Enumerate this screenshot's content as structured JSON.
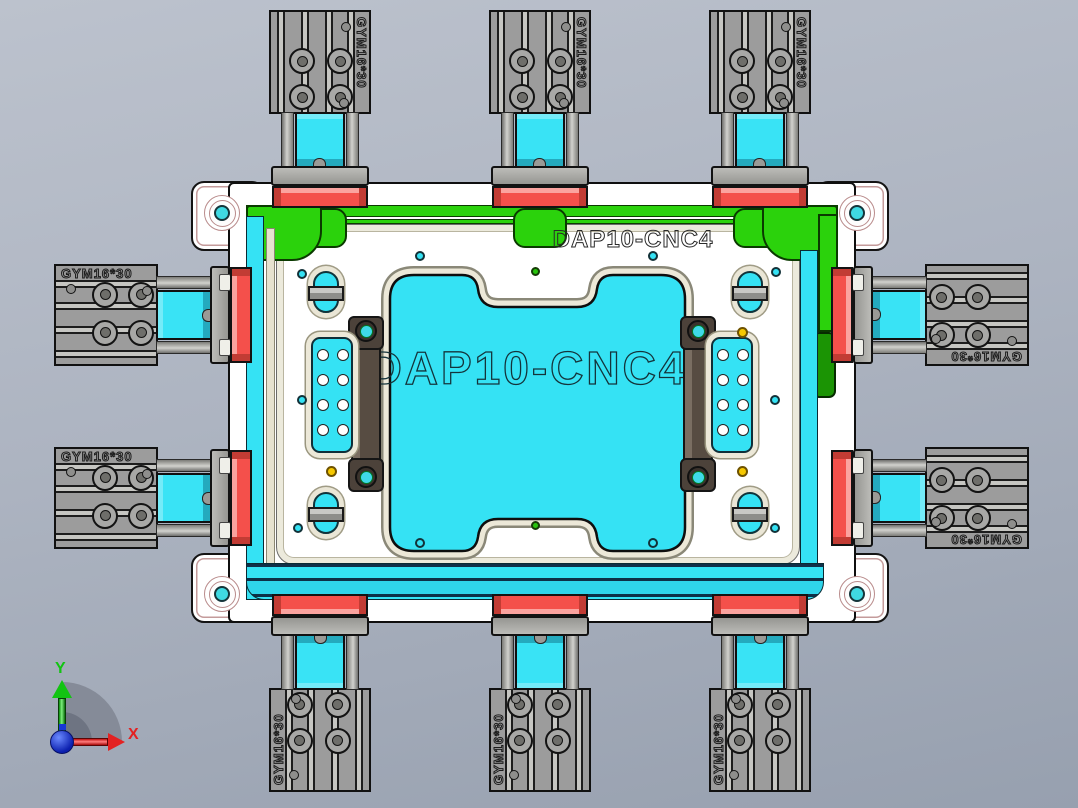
{
  "viewport": {
    "application": "cad-3d-viewport"
  },
  "plate": {
    "center_label": "DAP10-CNC4",
    "top_label": "DAP10-CNC4"
  },
  "cylinder": {
    "label": "GYM16*30",
    "count": 10
  },
  "triad": {
    "x_label": "X",
    "y_label": "Y"
  },
  "colors": {
    "workpiece_cyan": "#35E2F4",
    "gasket_green": "#2BD20C",
    "gasket_dark_green": "#1B9404",
    "clamp_pad_red": "#F4524E",
    "clamp_bar_brown": "#574C42",
    "pin_yellow": "#F6C800",
    "plate_white": "#FFFFFF",
    "pocket_beige": "#ECE8D8",
    "background_top": "#BCC2CD",
    "background_bottom": "#97A0AF",
    "axis_x": "#E32222",
    "axis_y": "#12C412",
    "origin_blue": "#1736D6"
  }
}
